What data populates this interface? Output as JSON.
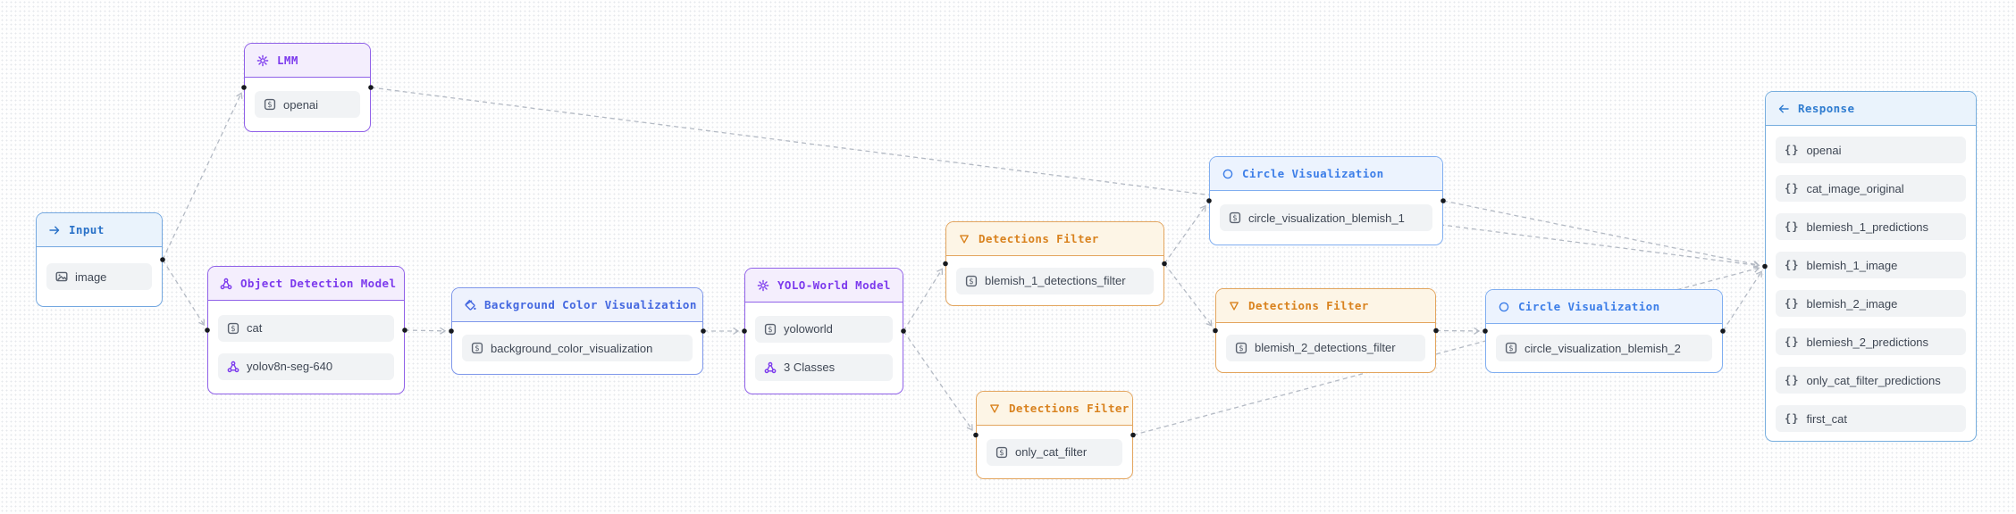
{
  "canvas": {
    "background": "#fefefe",
    "dot_grid_color": "#e5e8ec",
    "edge_color": "#b4bac4",
    "port_color": "#16191e",
    "item_bg": "#f1f3f5"
  },
  "nodes": [
    {
      "id": "input",
      "title": "Input",
      "icon": "arrow-right-icon",
      "theme": {
        "accent": "#2a72c8",
        "border": "#74a8e0",
        "header_bg": "#eaf3fc"
      },
      "items": [
        {
          "icon": "image-icon",
          "label": "image"
        }
      ]
    },
    {
      "id": "lmm",
      "title": "LMM",
      "icon": "gear-icon",
      "theme": {
        "accent": "#7c3aed",
        "border": "#9061e8",
        "header_bg": "#f4eefd"
      },
      "items": [
        {
          "icon": "dollar-param-icon",
          "label": "openai"
        }
      ]
    },
    {
      "id": "odm",
      "title": "Object Detection Model",
      "icon": "molecule-icon",
      "theme": {
        "accent": "#7c3aed",
        "border": "#9061e8",
        "header_bg": "#f4eefd"
      },
      "items": [
        {
          "icon": "dollar-param-icon",
          "label": "cat"
        },
        {
          "icon": "molecule-icon",
          "label": "yolov8n-seg-640"
        }
      ]
    },
    {
      "id": "bcv",
      "title": "Background Color Visualization",
      "icon": "paint-bucket-icon",
      "theme": {
        "accent": "#4468e0",
        "border": "#7e97ea",
        "header_bg": "#eef2fd"
      },
      "items": [
        {
          "icon": "dollar-param-icon",
          "label": "background_color_visualization"
        }
      ]
    },
    {
      "id": "yolo",
      "title": "YOLO-World Model",
      "icon": "gear-icon",
      "theme": {
        "accent": "#7c3aed",
        "border": "#9061e8",
        "header_bg": "#f4eefd"
      },
      "items": [
        {
          "icon": "dollar-param-icon",
          "label": "yoloworld"
        },
        {
          "icon": "molecule-icon",
          "label": "3 Classes"
        }
      ]
    },
    {
      "id": "filter_b1",
      "title": "Detections Filter",
      "icon": "funnel-icon",
      "theme": {
        "accent": "#d9821e",
        "border": "#e3a55e",
        "header_bg": "#fdf5e6"
      },
      "items": [
        {
          "icon": "dollar-param-icon",
          "label": "blemish_1_detections_filter"
        }
      ]
    },
    {
      "id": "circle_b1",
      "title": "Circle Visualization",
      "icon": "circle-icon",
      "theme": {
        "accent": "#3c7ee8",
        "border": "#80aef0",
        "header_bg": "#ecf3fe"
      },
      "items": [
        {
          "icon": "dollar-param-icon",
          "label": "circle_visualization_blemish_1"
        }
      ]
    },
    {
      "id": "filter_b2",
      "title": "Detections Filter",
      "icon": "funnel-icon",
      "theme": {
        "accent": "#d9821e",
        "border": "#e3a55e",
        "header_bg": "#fdf5e6"
      },
      "items": [
        {
          "icon": "dollar-param-icon",
          "label": "blemish_2_detections_filter"
        }
      ]
    },
    {
      "id": "circle_b2",
      "title": "Circle Visualization",
      "icon": "circle-icon",
      "theme": {
        "accent": "#3c7ee8",
        "border": "#80aef0",
        "header_bg": "#ecf3fe"
      },
      "items": [
        {
          "icon": "dollar-param-icon",
          "label": "circle_visualization_blemish_2"
        }
      ]
    },
    {
      "id": "filter_cat",
      "title": "Detections Filter",
      "icon": "funnel-icon",
      "theme": {
        "accent": "#d9821e",
        "border": "#e3a55e",
        "header_bg": "#fdf5e6"
      },
      "items": [
        {
          "icon": "dollar-param-icon",
          "label": "only_cat_filter"
        }
      ]
    },
    {
      "id": "response",
      "title": "Response",
      "icon": "arrow-left-icon",
      "theme": {
        "accent": "#2f7cd0",
        "border": "#77aede",
        "header_bg": "#eaf3fc"
      },
      "items": [
        {
          "icon": "braces-icon",
          "label": "openai"
        },
        {
          "icon": "braces-icon",
          "label": "cat_image_original"
        },
        {
          "icon": "braces-icon",
          "label": "blemiesh_1_predictions"
        },
        {
          "icon": "braces-icon",
          "label": "blemish_1_image"
        },
        {
          "icon": "braces-icon",
          "label": "blemish_2_image"
        },
        {
          "icon": "braces-icon",
          "label": "blemiesh_2_predictions"
        },
        {
          "icon": "braces-icon",
          "label": "only_cat_filter_predictions"
        },
        {
          "icon": "braces-icon",
          "label": "first_cat"
        }
      ]
    }
  ],
  "edges": [
    {
      "from": "input",
      "to": "lmm"
    },
    {
      "from": "input",
      "to": "odm"
    },
    {
      "from": "lmm",
      "to": "response"
    },
    {
      "from": "odm",
      "to": "bcv"
    },
    {
      "from": "bcv",
      "to": "yolo"
    },
    {
      "from": "yolo",
      "to": "filter_b1"
    },
    {
      "from": "yolo",
      "to": "filter_cat"
    },
    {
      "from": "filter_b1",
      "to": "circle_b1"
    },
    {
      "from": "filter_b1",
      "to": "filter_b2"
    },
    {
      "from": "filter_b2",
      "to": "circle_b2"
    },
    {
      "from": "circle_b1",
      "to": "response"
    },
    {
      "from": "circle_b2",
      "to": "response"
    },
    {
      "from": "filter_cat",
      "to": "response"
    }
  ]
}
